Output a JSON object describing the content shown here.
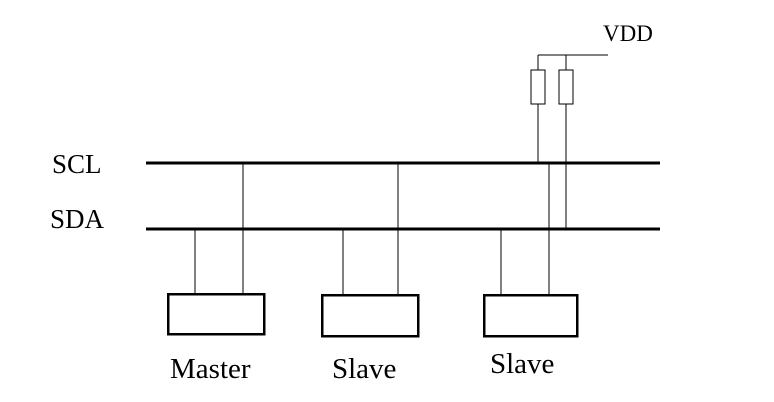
{
  "diagram": {
    "labels": {
      "scl": "SCL",
      "sda": "SDA",
      "vdd": "VDD"
    },
    "devices": [
      {
        "label": "Master"
      },
      {
        "label": "Slave"
      },
      {
        "label": "Slave"
      }
    ]
  }
}
